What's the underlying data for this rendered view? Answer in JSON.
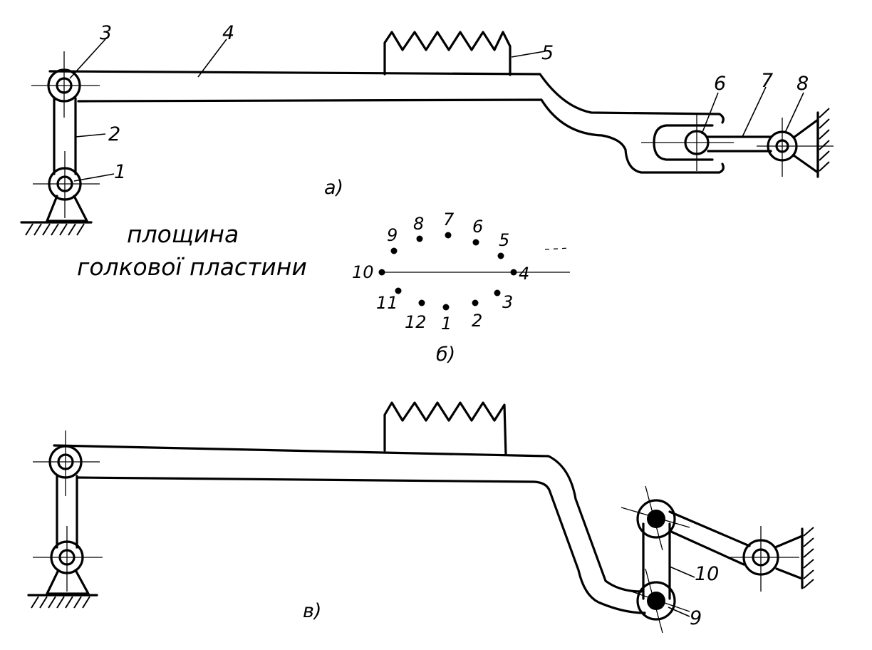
{
  "figure_a": {
    "caption": "а)",
    "labels": [
      "1",
      "2",
      "3",
      "4",
      "5",
      "6",
      "7",
      "8"
    ]
  },
  "figure_b": {
    "caption": "б)",
    "plane_label_line1": "площина",
    "plane_label_line2": "голкової пластини",
    "points": [
      "1",
      "2",
      "3",
      "4",
      "5",
      "6",
      "7",
      "8",
      "9",
      "10",
      "11",
      "12"
    ]
  },
  "figure_c": {
    "caption": "в)",
    "labels": [
      "9",
      "10"
    ]
  }
}
